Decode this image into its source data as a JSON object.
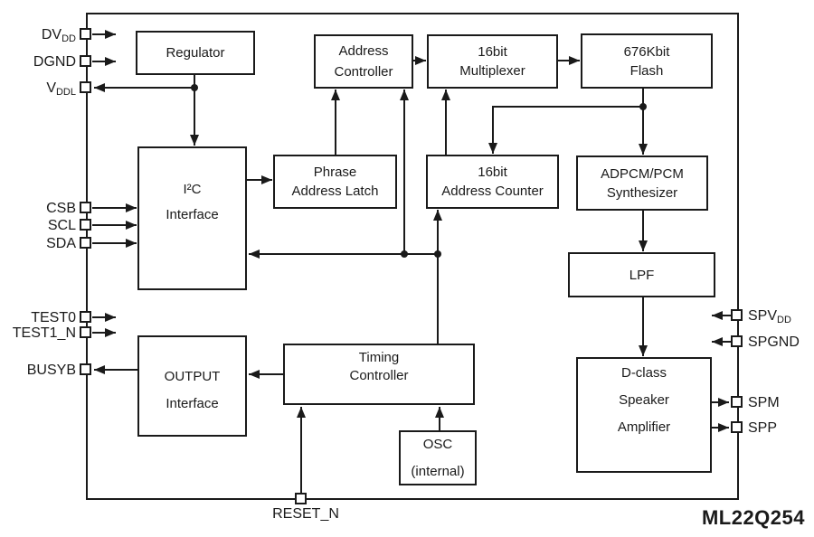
{
  "part_number": "ML22Q254",
  "colors": {
    "line": "#1a1a1a",
    "background": "#ffffff"
  },
  "blocks": {
    "regulator": {
      "lines": [
        "Regulator"
      ]
    },
    "address_controller": {
      "lines": [
        "Address",
        "Controller"
      ]
    },
    "multiplexer_16bit": {
      "lines": [
        "16bit",
        "Multiplexer"
      ]
    },
    "flash_676kbit": {
      "lines": [
        "676Kbit",
        "Flash"
      ]
    },
    "i2c_interface": {
      "lines": [
        "I²C",
        "Interface"
      ]
    },
    "phrase_address_latch": {
      "lines": [
        "Phrase",
        "Address Latch"
      ]
    },
    "address_counter_16bit": {
      "lines": [
        "16bit",
        "Address Counter"
      ]
    },
    "adpcm_pcm_synthesizer": {
      "lines": [
        "ADPCM/PCM",
        "Synthesizer"
      ]
    },
    "lpf": {
      "lines": [
        "LPF"
      ]
    },
    "output_interface": {
      "lines": [
        "OUTPUT",
        "Interface"
      ]
    },
    "timing_controller": {
      "lines": [
        "Timing",
        "Controller"
      ]
    },
    "osc_internal": {
      "lines": [
        "OSC",
        "(internal)"
      ]
    },
    "dclass_speaker_amplifier": {
      "lines": [
        "D-class",
        "Speaker",
        "Amplifier"
      ]
    }
  },
  "pins": {
    "left": [
      {
        "base": "DV",
        "sub": "DD"
      },
      {
        "base": "DGND",
        "sub": ""
      },
      {
        "base": "V",
        "sub": "DDL"
      },
      {
        "base": "CSB",
        "sub": ""
      },
      {
        "base": "SCL",
        "sub": ""
      },
      {
        "base": "SDA",
        "sub": ""
      },
      {
        "base": "TEST0",
        "sub": ""
      },
      {
        "base": "TEST1_N",
        "sub": ""
      },
      {
        "base": "BUSYB",
        "sub": ""
      }
    ],
    "bottom": [
      {
        "base": "RESET_N",
        "sub": ""
      }
    ],
    "right": [
      {
        "base": "SPV",
        "sub": "DD"
      },
      {
        "base": "SPGND",
        "sub": ""
      },
      {
        "base": "SPM",
        "sub": ""
      },
      {
        "base": "SPP",
        "sub": ""
      }
    ]
  }
}
